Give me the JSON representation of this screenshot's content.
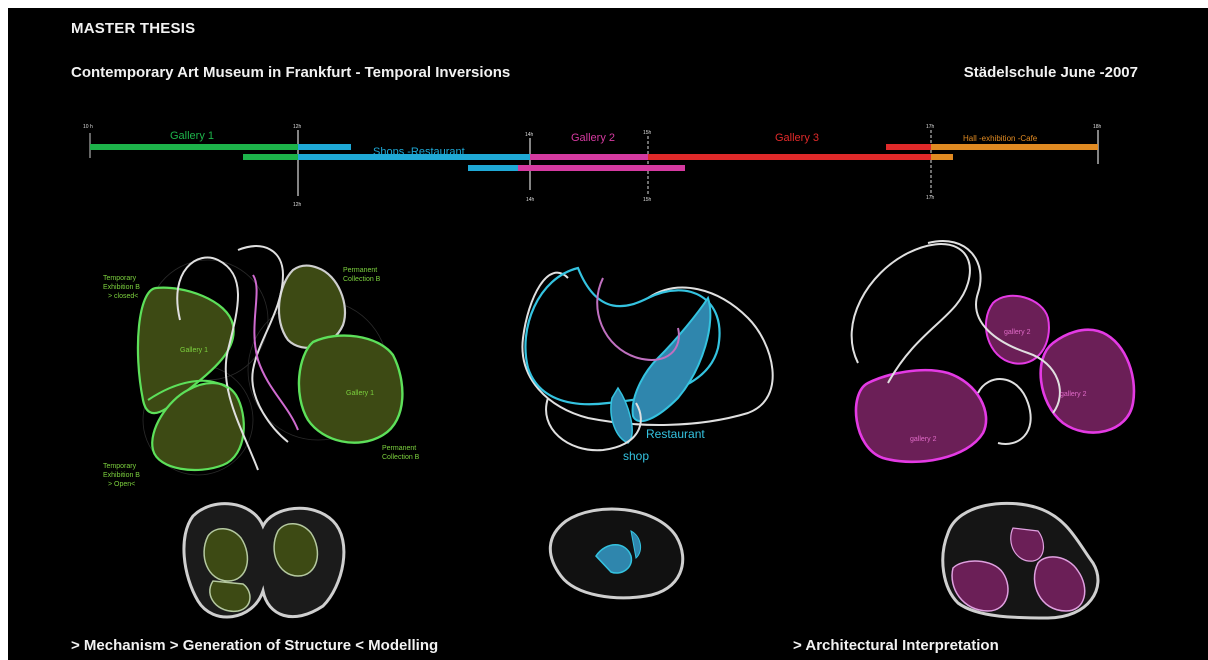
{
  "header": {
    "title": "MASTER THESIS",
    "subtitle": "Contemporary Art Museum in Frankfurt - Temporal Inversions",
    "date": "Städelschule June -2007"
  },
  "timeline": {
    "ticks_top": [
      "10 h",
      "12h",
      "14h",
      "15h",
      "17h",
      "18h"
    ],
    "ticks_bottom": [
      "12h",
      "14h",
      "15h",
      "17h"
    ],
    "bars": [
      {
        "label": "Gallery 1",
        "color": "#1db34a"
      },
      {
        "label": "Shops -Restaurant",
        "color": "#1fa9d6"
      },
      {
        "label": "Gallery 2",
        "color": "#d53aa0"
      },
      {
        "label": "Gallery 3",
        "color": "#e02a2a"
      },
      {
        "label": "Hall -exhibition  -Cafe",
        "color": "#e08a22"
      }
    ]
  },
  "diagram1": {
    "labels": {
      "temp_closed": [
        "Temporary",
        "Exhibition B",
        "> closed<"
      ],
      "perm_top": [
        "Permanent",
        "Collection B"
      ],
      "gallery1_a": "Gallery 1",
      "gallery1_b": "Gallery 1",
      "perm_bottom": [
        "Permanent",
        "Collection B"
      ],
      "temp_open": [
        "Temporary",
        "Exhibition B",
        "> Open<"
      ]
    },
    "colors": {
      "green": "#5de05a",
      "fill": "#3d4a14",
      "label": "#7cd13e"
    }
  },
  "diagram2": {
    "labels": {
      "restaurant": "Restaurant",
      "shop": "shop"
    },
    "colors": {
      "cyan": "#34c3e0",
      "fill": "#2f86ad"
    }
  },
  "diagram3": {
    "labels": {
      "g2_top": "gallery 2",
      "g2_right": "gallery 2",
      "g2_left": "gallery 2"
    },
    "colors": {
      "magenta": "#e43ae4",
      "fill": "#6b1f57"
    }
  },
  "footer": {
    "left": ">  Mechanism  > Generation of Structure  < Modelling",
    "right": ">  Architectural Interpretation"
  }
}
